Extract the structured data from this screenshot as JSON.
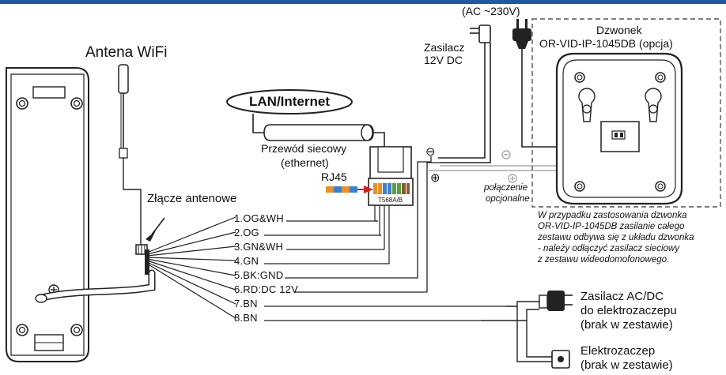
{
  "colors": {
    "accent_bar": "#1e5aa0",
    "wire": "#222222",
    "dashed_box": "#555555",
    "rj45_pair1": "#e8902a",
    "rj45_pair2": "#3d7fc9",
    "rj45_arrow": "#d42020",
    "optional_line": "#b0b0b0"
  },
  "labels": {
    "antenna_wifi": "Antena WiFi",
    "antenna_connector": "Złącze antenowe",
    "lan": "LAN/Internet",
    "cable_line1": "Przewód siecowy",
    "cable_line2": "(ethernet)",
    "rj45": "RJ45",
    "rj45_std": "T568A/B",
    "ac_power": "(AC ~230V)",
    "psu_line1": "Zasilacz",
    "psu_line2": "12V DC",
    "bell_line1": "Dzwonek",
    "bell_line2": "OR-VID-IP-1045DB (opcja)",
    "minus": "⊖",
    "plus": "⊕",
    "optional_line1": "połączenie",
    "optional_line2": "opcjonalne"
  },
  "wires": [
    "1.OG&WH",
    "2.OG",
    "3.GN&WH",
    "4.GN",
    "5.BK:GND",
    "6.RD:DC 12V",
    "7.BN",
    "8.BN"
  ],
  "note": [
    "W przypadku zastosowania dzwonka",
    "OR-VID-IP-1045DB zasilanie całego",
    "zestawu odbywa się z układu dzwonka",
    "- należy odłączyć zasilacz sieciowy",
    "z zestawu wideodomofonowego."
  ],
  "strike": {
    "psu_line1": "Zasilacz AC/DC",
    "psu_line2": "do elektrozaczepu",
    "psu_line3": "(brak w zestawie)",
    "lock_line1": "Elektrozaczep",
    "lock_line2": "(brak w zestawie)"
  }
}
